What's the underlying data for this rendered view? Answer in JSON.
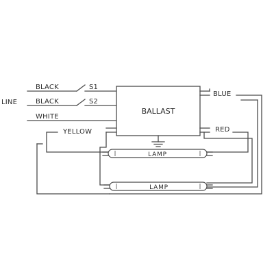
{
  "diagram": {
    "line_label": "LINE",
    "ballast_label": "BALLAST",
    "lamp_label": "LAMP",
    "inputs": [
      {
        "wire": "BLACK",
        "switch": "S1"
      },
      {
        "wire": "BLACK",
        "switch": "S2"
      },
      {
        "wire": "WHITE",
        "switch": ""
      }
    ],
    "outputs": {
      "blue": "BLUE",
      "red": "RED",
      "yellow": "YELLOW"
    },
    "colors": {
      "stroke": "#4a4a4a",
      "text": "#2b2b2b",
      "background": "#ffffff"
    }
  }
}
